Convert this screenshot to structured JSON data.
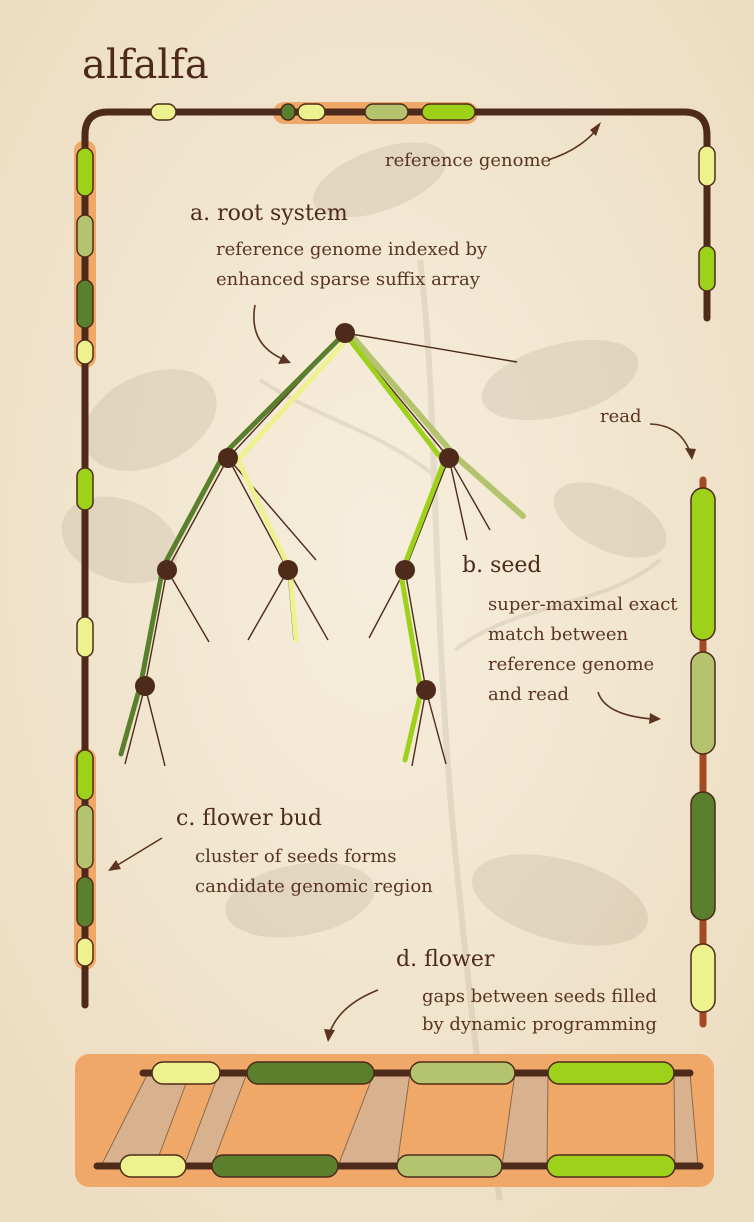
{
  "title": "alfalfa",
  "labels": {
    "reference_genome": "reference genome",
    "read": "read"
  },
  "sections": {
    "a": {
      "heading": "a. root system",
      "lines": [
        "reference genome indexed by",
        "enhanced sparse suffix array"
      ]
    },
    "b": {
      "heading": "b. seed",
      "lines": [
        "super-maximal exact",
        "match between",
        "reference genome",
        "and read"
      ]
    },
    "c": {
      "heading": "c. flower bud",
      "lines": [
        "cluster of seeds forms",
        "candidate genomic region"
      ]
    },
    "d": {
      "heading": "d. flower",
      "lines": [
        "gaps between seeds filled",
        "by dynamic programming"
      ]
    }
  },
  "colors": {
    "background": "#f3e9d6",
    "genome_line": "#4e2a1a",
    "highlight": "#f0a868",
    "seed_bright": "#9ed11a",
    "seed_pale": "#eef28e",
    "seed_olive": "#b4c46e",
    "seed_dark": "#5a7f2d",
    "gap_fill": "#d8b28e"
  }
}
